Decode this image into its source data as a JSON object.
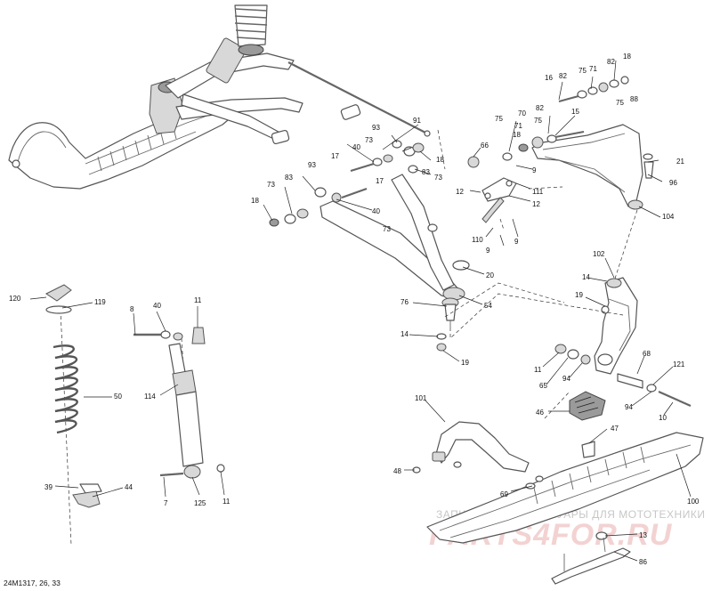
{
  "drawing_code": "24M1317, 26, 33",
  "watermark": {
    "line1": "ЗАПЧАСТИ И АКСЕССУАРЫ ДЛЯ МОТОТЕХНИКИ",
    "line2": "PARTS4FOR.RU"
  },
  "callouts": [
    {
      "id": "c91",
      "label": "91"
    },
    {
      "id": "c93a",
      "label": "93"
    },
    {
      "id": "c73a",
      "label": "73"
    },
    {
      "id": "c40a",
      "label": "40"
    },
    {
      "id": "c17a",
      "label": "17"
    },
    {
      "id": "c93b",
      "label": "93"
    },
    {
      "id": "c83a",
      "label": "83"
    },
    {
      "id": "c73b",
      "label": "73"
    },
    {
      "id": "c18a",
      "label": "18"
    },
    {
      "id": "c18b",
      "label": "18"
    },
    {
      "id": "c83b",
      "label": "83"
    },
    {
      "id": "c73c",
      "label": "73"
    },
    {
      "id": "c17b",
      "label": "17"
    },
    {
      "id": "c40b",
      "label": "40"
    },
    {
      "id": "c73d",
      "label": "73"
    },
    {
      "id": "c12a",
      "label": "12"
    },
    {
      "id": "c66",
      "label": "66"
    },
    {
      "id": "c75a",
      "label": "75"
    },
    {
      "id": "c18c",
      "label": "18"
    },
    {
      "id": "c70",
      "label": "70"
    },
    {
      "id": "c71a",
      "label": "71"
    },
    {
      "id": "c75b",
      "label": "75"
    },
    {
      "id": "c9a",
      "label": "9"
    },
    {
      "id": "c111",
      "label": "111"
    },
    {
      "id": "c12b",
      "label": "12"
    },
    {
      "id": "c110",
      "label": "110"
    },
    {
      "id": "c9b",
      "label": "9"
    },
    {
      "id": "c9c",
      "label": "9"
    },
    {
      "id": "c16",
      "label": "16"
    },
    {
      "id": "c82a",
      "label": "82"
    },
    {
      "id": "c75c",
      "label": "75"
    },
    {
      "id": "c71b",
      "label": "71"
    },
    {
      "id": "c82b",
      "label": "82"
    },
    {
      "id": "c18d",
      "label": "18"
    },
    {
      "id": "c88",
      "label": "88"
    },
    {
      "id": "c75d",
      "label": "75"
    },
    {
      "id": "c15",
      "label": "15"
    },
    {
      "id": "c82c",
      "label": "82"
    },
    {
      "id": "c21",
      "label": "21"
    },
    {
      "id": "c96",
      "label": "96"
    },
    {
      "id": "c104",
      "label": "104"
    },
    {
      "id": "c20",
      "label": "20"
    },
    {
      "id": "c54",
      "label": "54"
    },
    {
      "id": "c76",
      "label": "76"
    },
    {
      "id": "c14a",
      "label": "14"
    },
    {
      "id": "c19a",
      "label": "19"
    },
    {
      "id": "c102",
      "label": "102"
    },
    {
      "id": "c14b",
      "label": "14"
    },
    {
      "id": "c19b",
      "label": "19"
    },
    {
      "id": "c11a",
      "label": "11"
    },
    {
      "id": "c65",
      "label": "65"
    },
    {
      "id": "c94a",
      "label": "94"
    },
    {
      "id": "c68",
      "label": "68"
    },
    {
      "id": "c121",
      "label": "121"
    },
    {
      "id": "c94b",
      "label": "94"
    },
    {
      "id": "c10",
      "label": "10"
    },
    {
      "id": "c46",
      "label": "46"
    },
    {
      "id": "c101",
      "label": "101"
    },
    {
      "id": "c47",
      "label": "47"
    },
    {
      "id": "c48",
      "label": "48"
    },
    {
      "id": "c69",
      "label": "69"
    },
    {
      "id": "c100",
      "label": "100"
    },
    {
      "id": "c13",
      "label": "13"
    },
    {
      "id": "c86",
      "label": "86"
    },
    {
      "id": "c120",
      "label": "120"
    },
    {
      "id": "c119",
      "label": "119"
    },
    {
      "id": "c50",
      "label": "50"
    },
    {
      "id": "c39",
      "label": "39"
    },
    {
      "id": "c44",
      "label": "44"
    },
    {
      "id": "c8",
      "label": "8"
    },
    {
      "id": "c40c",
      "label": "40"
    },
    {
      "id": "c11b",
      "label": "11"
    },
    {
      "id": "c114",
      "label": "114"
    },
    {
      "id": "c7",
      "label": "7"
    },
    {
      "id": "c125",
      "label": "125"
    },
    {
      "id": "c11c",
      "label": "11"
    }
  ]
}
